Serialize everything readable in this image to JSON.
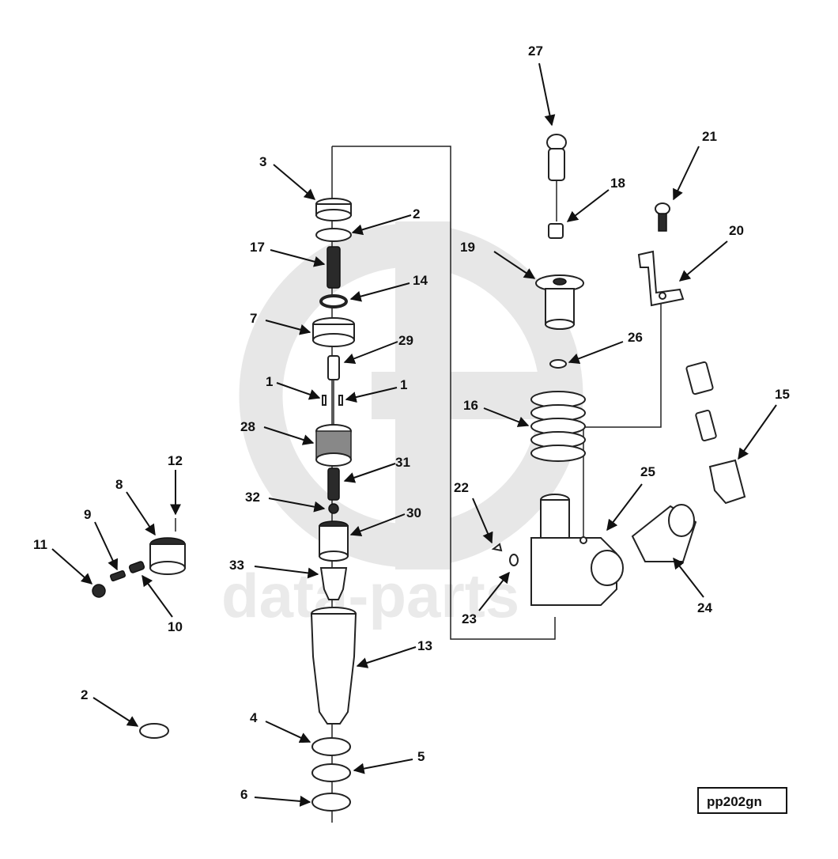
{
  "watermark": {
    "text": "data-parts"
  },
  "reference_code": "pp202gn",
  "callouts": [
    {
      "id": "c27",
      "number": "27"
    },
    {
      "id": "c18",
      "number": "18"
    },
    {
      "id": "c21",
      "number": "21"
    },
    {
      "id": "c20",
      "number": "20"
    },
    {
      "id": "c19",
      "number": "19"
    },
    {
      "id": "c26",
      "number": "26"
    },
    {
      "id": "c16",
      "number": "16"
    },
    {
      "id": "c15",
      "number": "15"
    },
    {
      "id": "c25",
      "number": "25"
    },
    {
      "id": "c24",
      "number": "24"
    },
    {
      "id": "c22",
      "number": "22"
    },
    {
      "id": "c23",
      "number": "23"
    },
    {
      "id": "c3",
      "number": "3"
    },
    {
      "id": "c2a",
      "number": "2"
    },
    {
      "id": "c17",
      "number": "17"
    },
    {
      "id": "c14",
      "number": "14"
    },
    {
      "id": "c7",
      "number": "7"
    },
    {
      "id": "c29",
      "number": "29"
    },
    {
      "id": "c1a",
      "number": "1"
    },
    {
      "id": "c1b",
      "number": "1"
    },
    {
      "id": "c28",
      "number": "28"
    },
    {
      "id": "c31",
      "number": "31"
    },
    {
      "id": "c32",
      "number": "32"
    },
    {
      "id": "c30",
      "number": "30"
    },
    {
      "id": "c33",
      "number": "33"
    },
    {
      "id": "c13",
      "number": "13"
    },
    {
      "id": "c4",
      "number": "4"
    },
    {
      "id": "c5",
      "number": "5"
    },
    {
      "id": "c6",
      "number": "6"
    },
    {
      "id": "c12",
      "number": "12"
    },
    {
      "id": "c8",
      "number": "8"
    },
    {
      "id": "c9",
      "number": "9"
    },
    {
      "id": "c11",
      "number": "11"
    },
    {
      "id": "c10",
      "number": "10"
    },
    {
      "id": "c2b",
      "number": "2"
    }
  ]
}
